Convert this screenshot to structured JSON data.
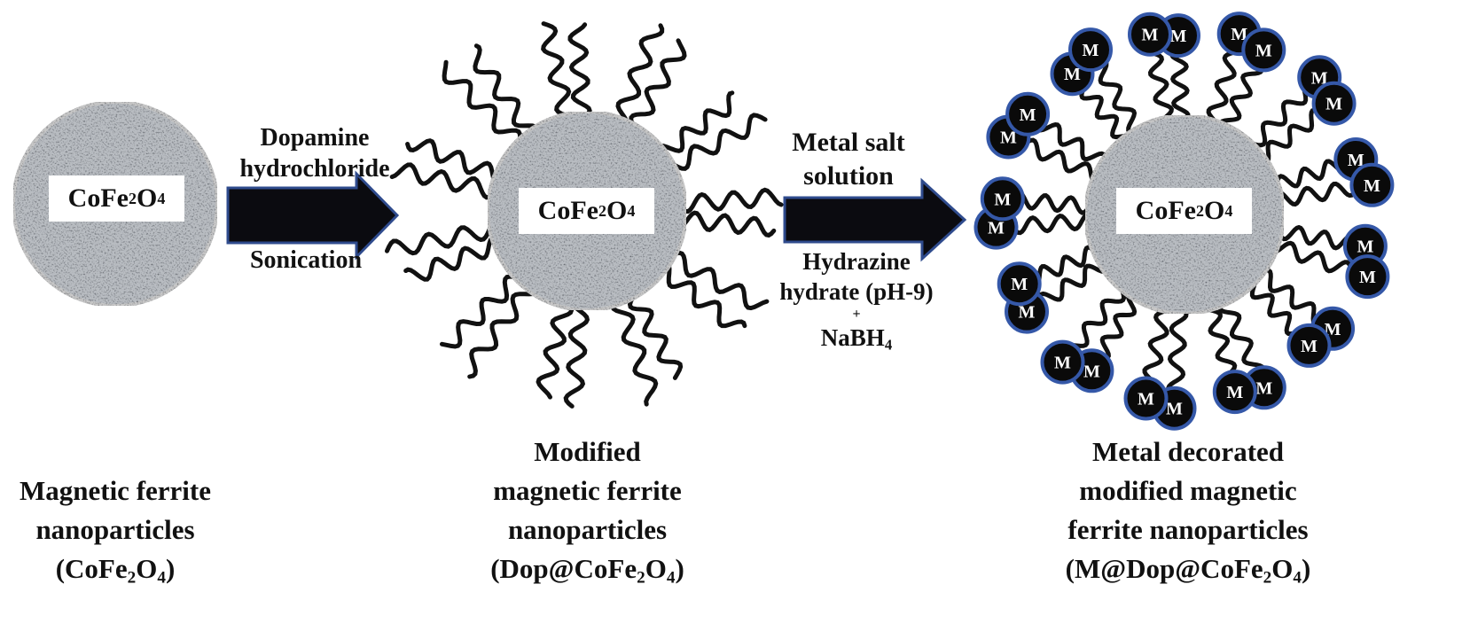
{
  "colors": {
    "particle_fill": "#b9bdc2",
    "particle_rim": "#c8c8c8",
    "chain": "#111111",
    "arrow_fill": "#0b0b10",
    "arrow_stroke": "#2f4b8d",
    "metal_fill": "#0a0a0a",
    "metal_stroke": "#3558a8"
  },
  "core_label": {
    "main": "CoFe",
    "s1": "2",
    "mid": "O",
    "s2": "4"
  },
  "metal_symbol": "M",
  "step1": {
    "top_line1": "Dopamine",
    "top_line2": "hydrochloride",
    "bottom": "Sonication"
  },
  "step2": {
    "top_line1": "Metal salt",
    "top_line2": "solution",
    "bottom_line1": "Hydrazine",
    "bottom_line2": "hydrate (pH-9)",
    "plus": "+",
    "bottom_line3_main": "NaBH",
    "bottom_line3_sub": "4"
  },
  "captions": {
    "left": {
      "line1": "Magnetic ferrite",
      "line2": "nanoparticles",
      "line3_pre": "(CoFe",
      "line3_s1": "2",
      "line3_mid": "O",
      "line3_s2": "4",
      "line3_post": ")"
    },
    "middle": {
      "line1": "Modified",
      "line2": "magnetic ferrite",
      "line3": "nanoparticles",
      "line4_pre": "(Dop@CoFe",
      "line4_s1": "2",
      "line4_mid": "O",
      "line4_s2": "4",
      "line4_post": ")"
    },
    "right": {
      "line1": "Metal decorated",
      "line2": "modified magnetic",
      "line3": "ferrite nanoparticles",
      "line4_pre": "(M@Dop@CoFe",
      "line4_s1": "2",
      "line4_mid": "O",
      "line4_s2": "4",
      "line4_post": ")"
    }
  }
}
